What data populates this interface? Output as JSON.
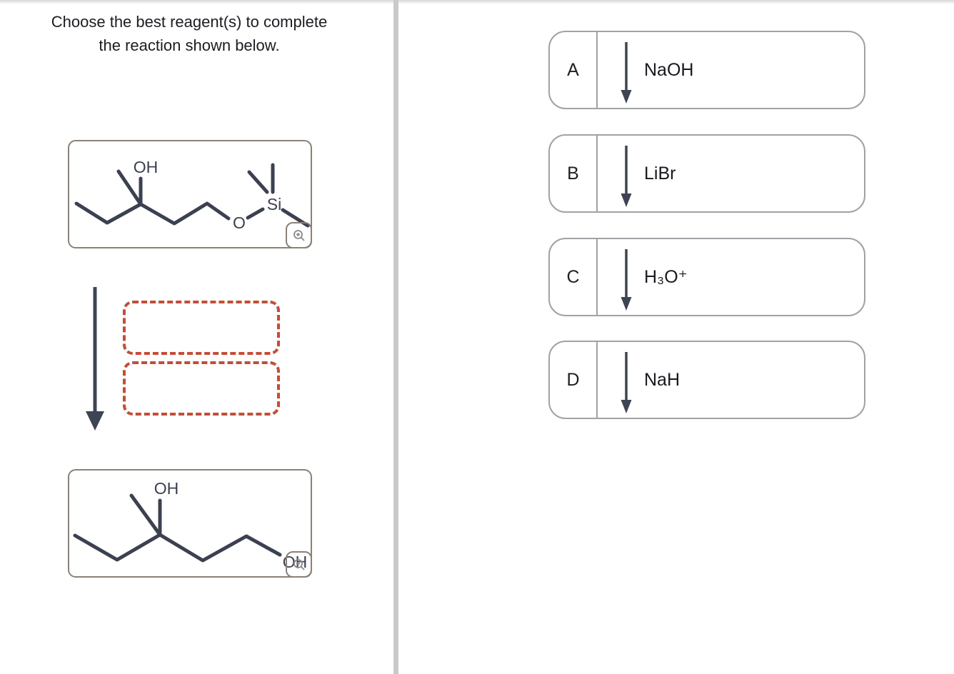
{
  "question": {
    "title_line1": "Choose the best reagent(s) to complete",
    "title_line2": "the reaction shown below."
  },
  "reaction": {
    "reactant": {
      "oh": "OH",
      "o": "O",
      "si": "Si"
    },
    "product": {
      "oh_top": "OH",
      "oh_end": "OH"
    }
  },
  "options": [
    {
      "letter": "A",
      "reagent": "NaOH"
    },
    {
      "letter": "B",
      "reagent": "LiBr"
    },
    {
      "letter": "C",
      "reagent": "H₃O⁺"
    },
    {
      "letter": "D",
      "reagent": "NaH"
    }
  ],
  "colors": {
    "bond": "#3b4150",
    "structure_border": "#8c8177",
    "drop_zone_border": "#c84b35",
    "option_border": "#a1a2a7",
    "pane_divider": "#c9c9c9",
    "text": "#1c1f26"
  }
}
